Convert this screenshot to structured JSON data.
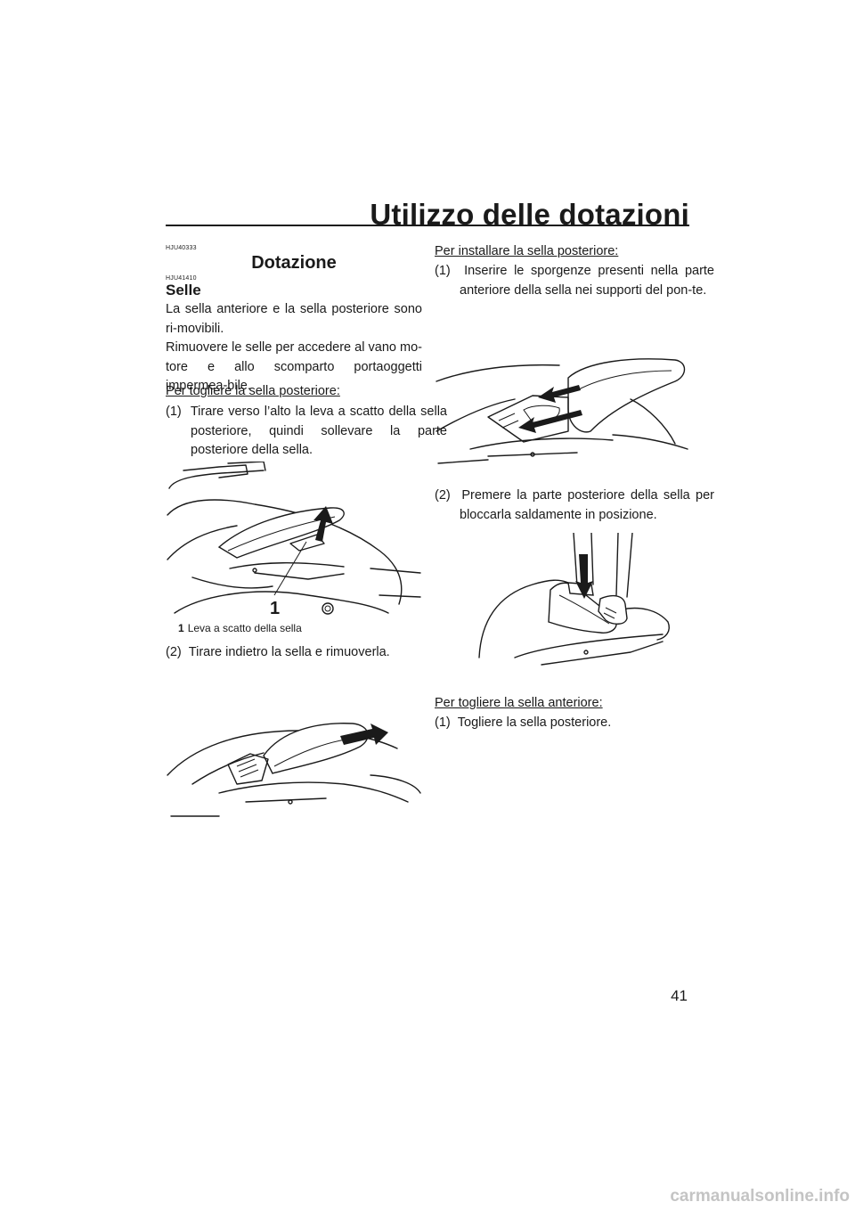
{
  "header": {
    "title": "Utilizzo delle dotazioni",
    "page_number": "41"
  },
  "left_column": {
    "code_section": "HJU40333",
    "section_title": "Dotazione",
    "code_sub": "HJU41410",
    "sub_title": "Selle",
    "para1": "La sella anteriore e la sella posteriore sono ri-movibili.",
    "para2": "Rimuovere le selle per accedere al vano mo-tore e allo scomparto portaoggetti impermea-bile.",
    "remove_rear_heading": "Per togliere la sella posteriore:",
    "step1_num": "(1)",
    "step1_text": "Tirare verso l’alto la leva a scatto della sella posteriore, quindi sollevare la parte posteriore della sella.",
    "figure1_callout": "1",
    "figure1_caption_num": "1",
    "figure1_caption_text": "Leva a scatto della sella",
    "step2_num": "(2)",
    "step2_text": "Tirare indietro la sella e rimuoverla."
  },
  "right_column": {
    "install_rear_heading": "Per installare la sella posteriore:",
    "step1_num": "(1)",
    "step1_text": "Inserire le sporgenze presenti nella parte anteriore della sella nei supporti del pon-te.",
    "step2_num": "(2)",
    "step2_text": "Premere la parte posteriore della sella per bloccarla saldamente in posizione.",
    "remove_front_heading": "Per togliere la sella anteriore:",
    "step3_num": "(1)",
    "step3_text": "Togliere la sella posteriore."
  },
  "watermark": "carmanualsonline.info",
  "icons": [
    "up-arrow-icon",
    "right-arrow-icon",
    "left-arrow-icon",
    "down-arrow-icon"
  ]
}
